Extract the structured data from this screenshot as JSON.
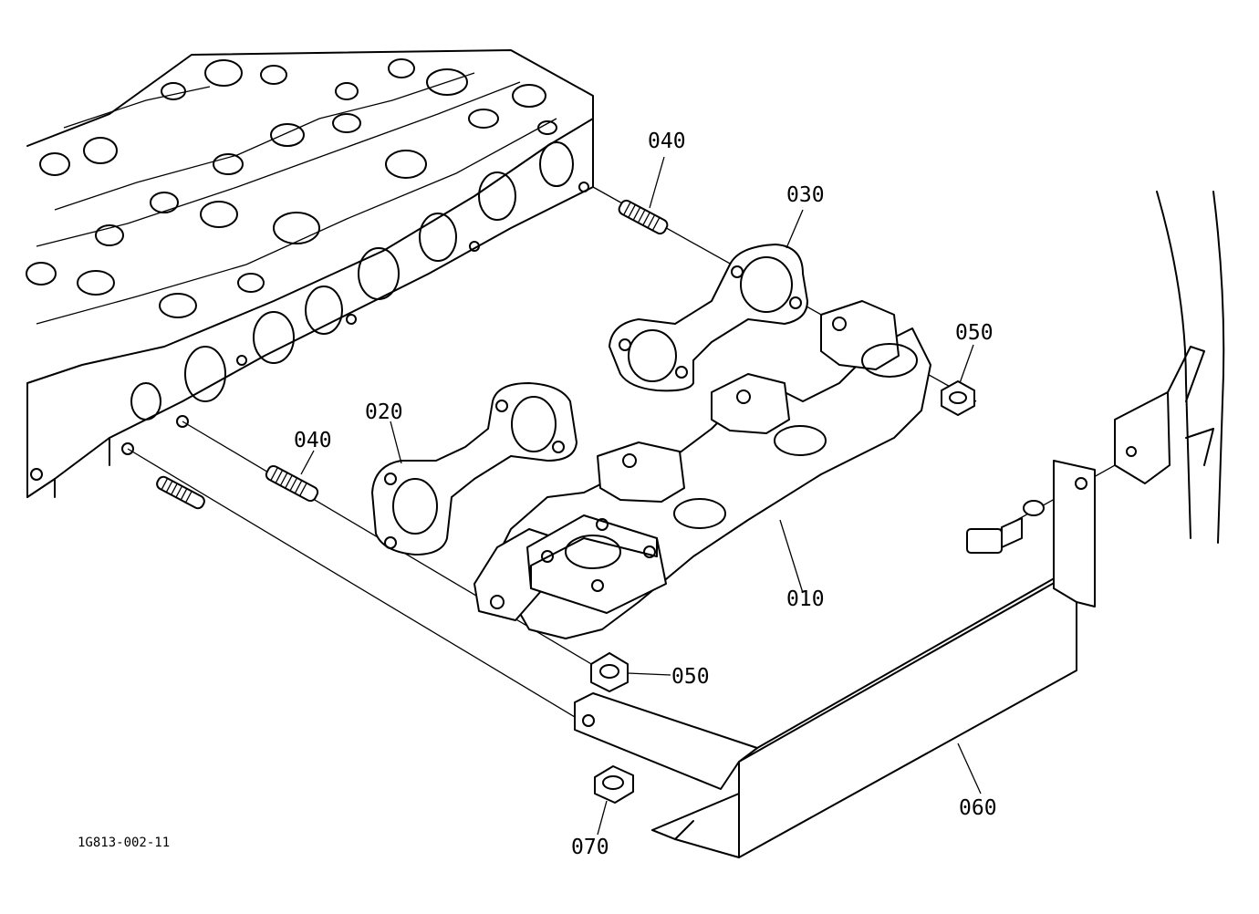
{
  "diagram": {
    "drawing_code": "1G813-002-11",
    "callouts": {
      "p010": "010",
      "p020": "020",
      "p030": "030",
      "p040_upper": "040",
      "p040_lower": "040",
      "p050_right": "050",
      "p050_lower": "050",
      "p060": "060",
      "p070": "070"
    }
  }
}
